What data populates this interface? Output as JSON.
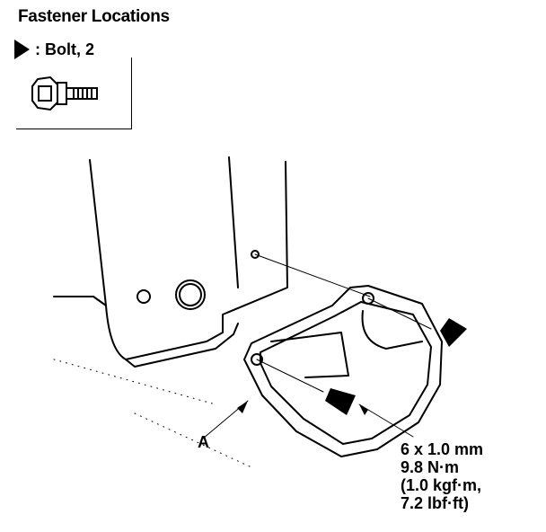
{
  "title": "Fastener Locations",
  "legend": {
    "symbol": "bolt-arrow",
    "label": ": Bolt, 2"
  },
  "callout": {
    "part_label": "A"
  },
  "torque_spec": {
    "size": "6 x 1.0 mm",
    "torque_nm": "9.8 N·m",
    "torque_kgf": "(1.0 kgf·m,",
    "torque_lbf": "7.2 lbf·ft)"
  }
}
